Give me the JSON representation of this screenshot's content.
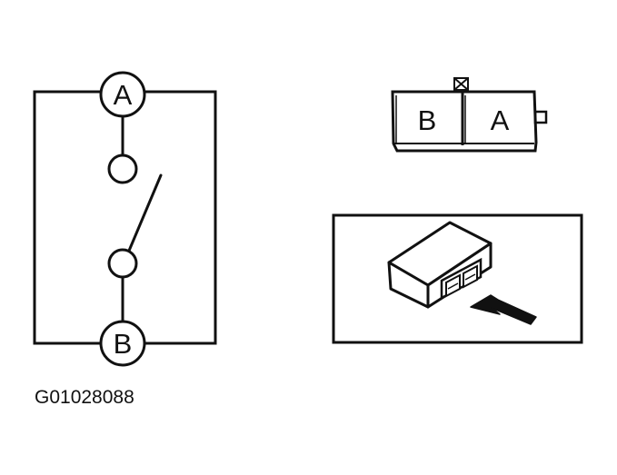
{
  "schematic": {
    "terminal_top": "A",
    "terminal_bottom": "B"
  },
  "connector": {
    "cavity_left": "B",
    "cavity_right": "A"
  },
  "figure_code": "G01028088",
  "colors": {
    "ink": "#111111",
    "background": "#ffffff"
  }
}
